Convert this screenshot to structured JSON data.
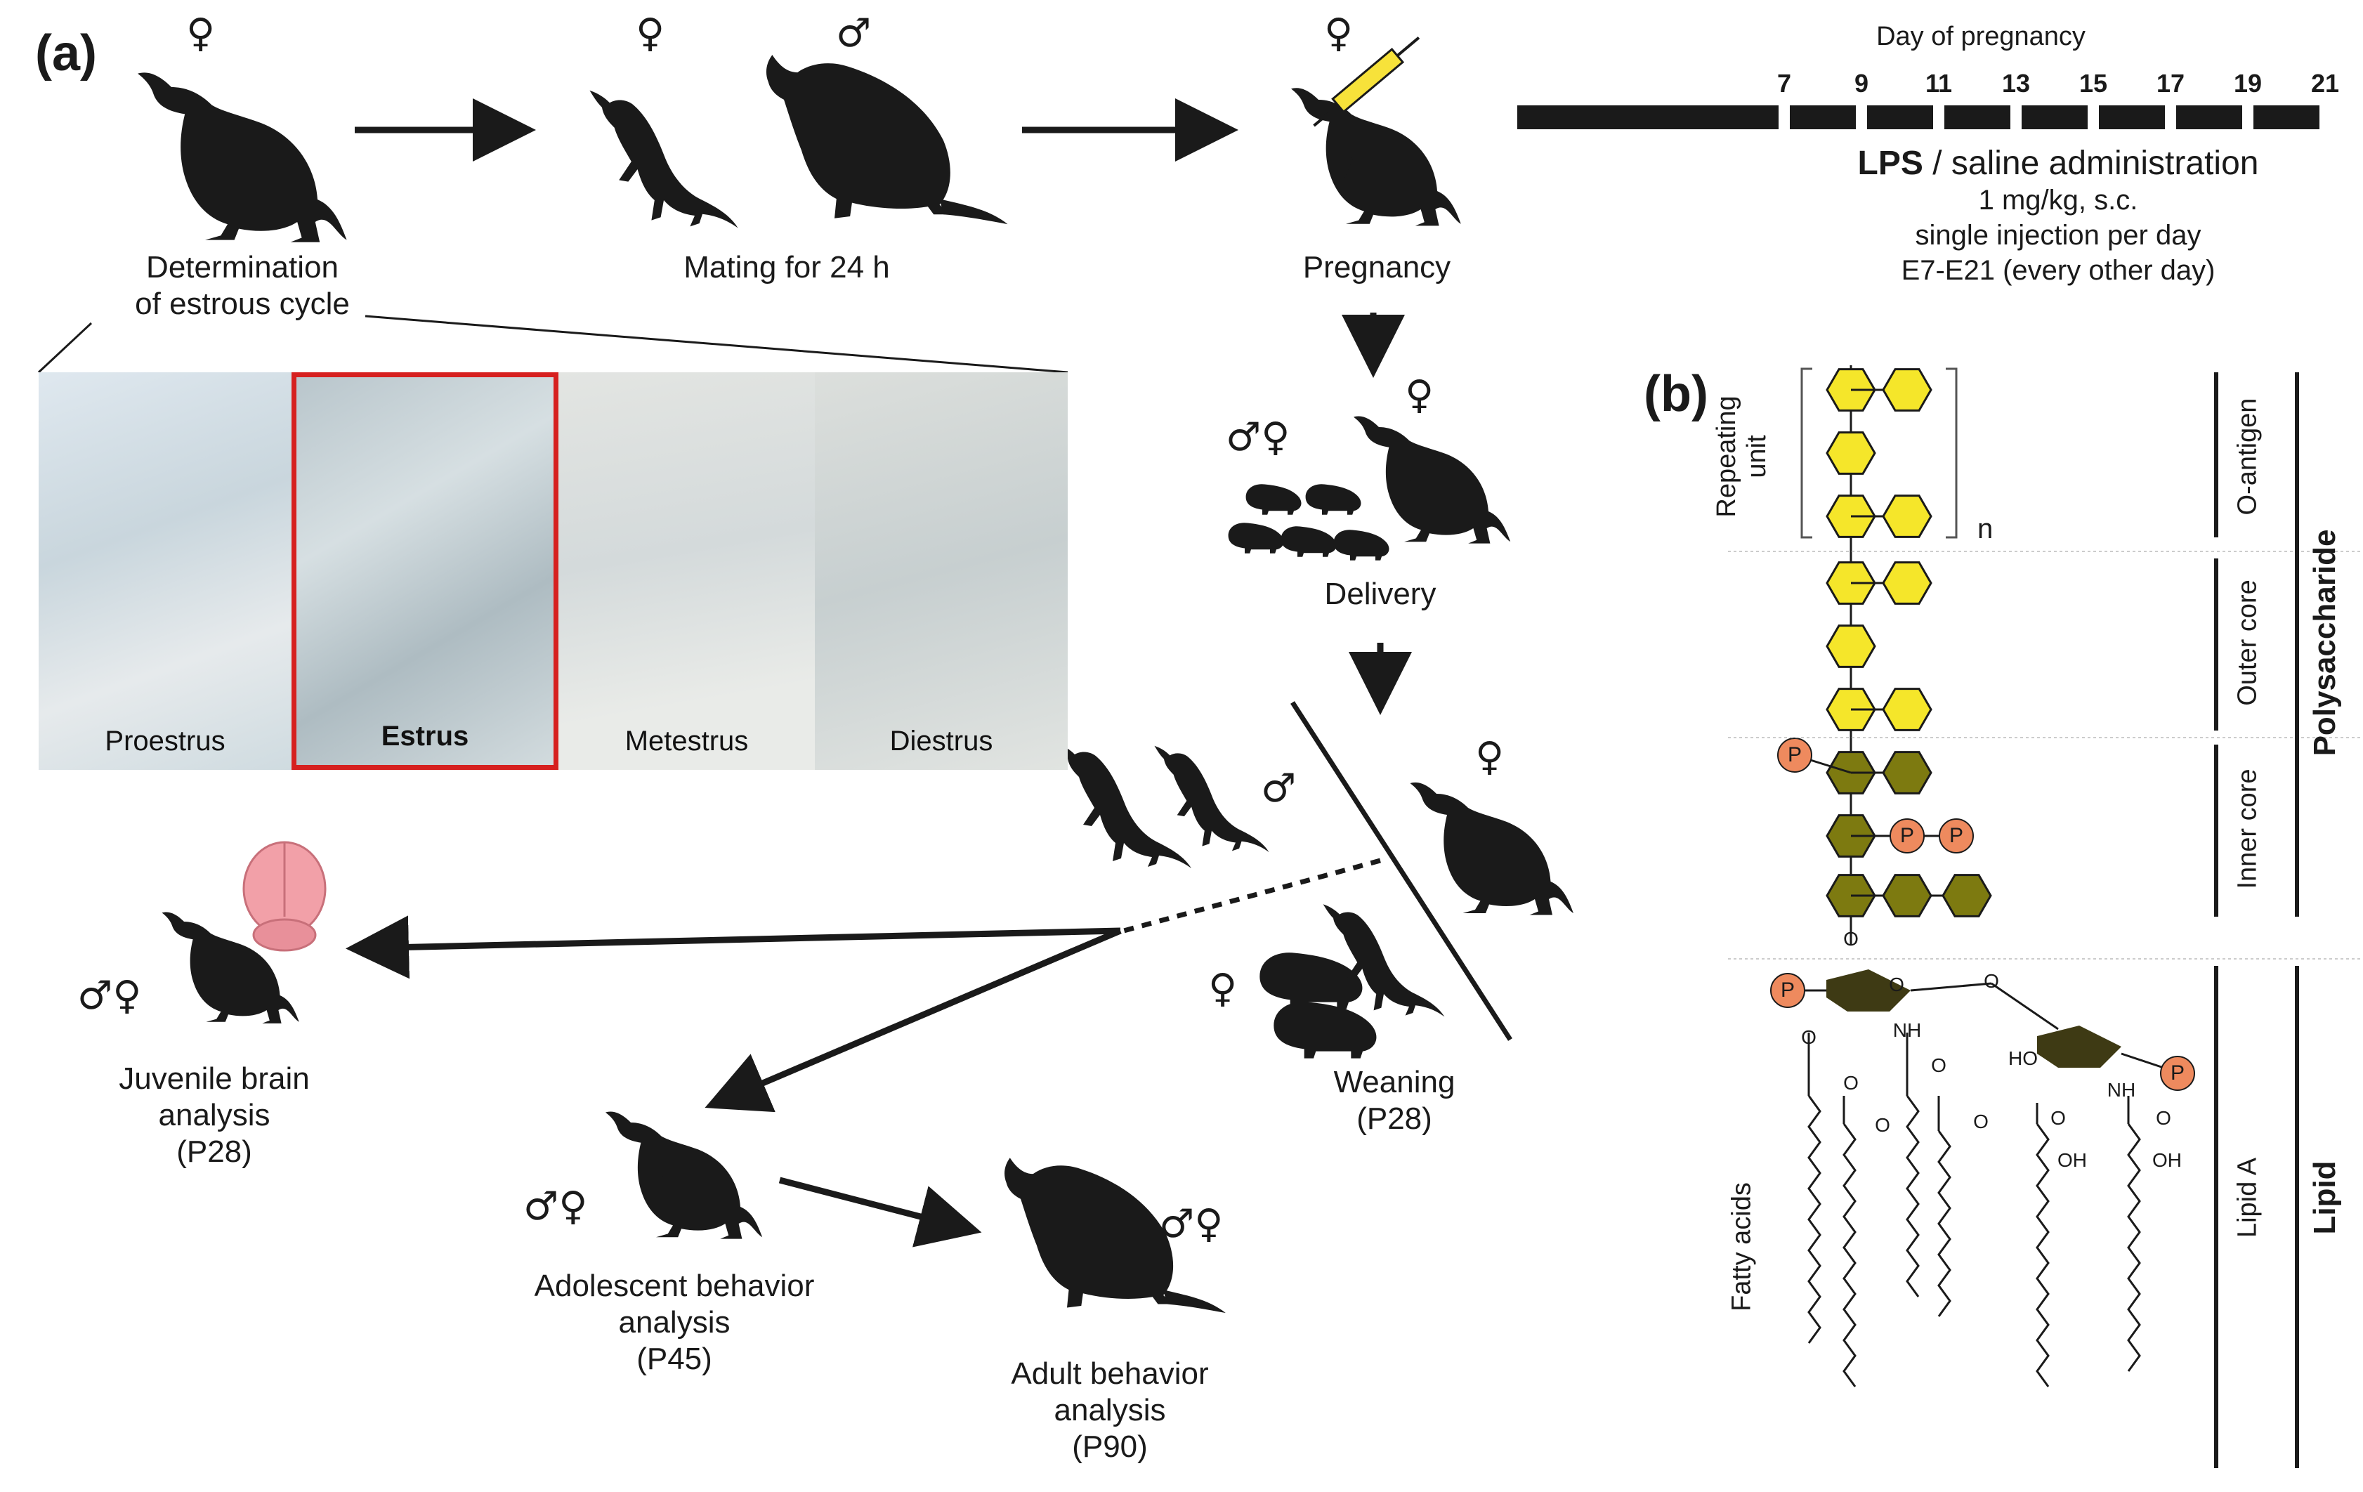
{
  "panel_a": {
    "label": "(a)",
    "steps": {
      "estrous": [
        "Determination",
        "of estrous cycle"
      ],
      "mating": "Mating for 24 h",
      "pregnancy": "Pregnancy",
      "delivery": "Delivery",
      "weaning": [
        "Weaning",
        "(P28)"
      ],
      "juvenile": [
        "Juvenile brain",
        "analysis",
        "(P28)"
      ],
      "adolescent": [
        "Adolescent behavior",
        "analysis",
        "(P45)"
      ],
      "adult": [
        "Adult behavior",
        "analysis",
        "(P90)"
      ]
    },
    "cycle_stages": [
      "Proestrus",
      "Estrus",
      "Metestrus",
      "Diestrus"
    ],
    "highlight_stage": "Estrus",
    "highlight_color": "#d6201f",
    "timeline": {
      "title": "Day of pregnancy",
      "days": [
        "7",
        "9",
        "11",
        "13",
        "15",
        "17",
        "19",
        "21"
      ],
      "lps": "LPS",
      "admin": "/ saline administration",
      "dose": "1 mg/kg, s.c.",
      "freq": "single injection per day",
      "schedule": "E7-E21 (every other day)"
    },
    "sex_symbols": {
      "female": "♀",
      "male": "♂",
      "both": "♂♀"
    }
  },
  "panel_b": {
    "label": "(b)",
    "repeating_unit": [
      "Repeating",
      "unit"
    ],
    "n": "n",
    "regions": [
      "O-antigen",
      "Outer core",
      "Inner core",
      "Lipid A"
    ],
    "groups": [
      "Polysaccharide",
      "Lipid"
    ],
    "fatty_acids": "Fatty acids",
    "phosphate": "P",
    "atoms": {
      "o": "O",
      "nh": "NH",
      "ho": "HO",
      "oh": "OH"
    },
    "colors": {
      "outer_sugar": "#f5e62a",
      "inner_sugar": "#7d7a10",
      "phosphate": "#ee8a5e",
      "lipid_sugar": "#3e3a14"
    }
  }
}
